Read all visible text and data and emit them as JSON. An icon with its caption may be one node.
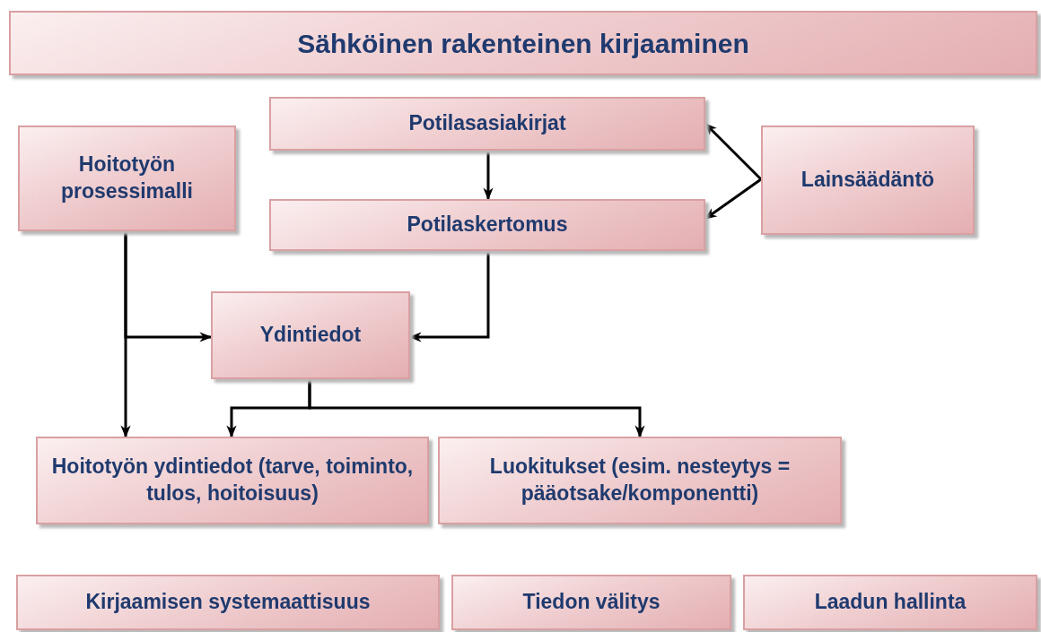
{
  "diagram": {
    "nodes": [
      {
        "text": [
          "Sähköinen rakenteinen kirjaaminen"
        ]
      },
      {
        "text": [
          "Potilasasiakirjat"
        ]
      },
      {
        "text": [
          "Hoitotyön prosessimalli"
        ]
      },
      {
        "text": [
          "Lainsäädäntö"
        ]
      },
      {
        "text": [
          "Potilaskertomus"
        ]
      },
      {
        "text": [
          "Ydintiedot"
        ]
      },
      {
        "text": [
          "Hoitotyön ydintiedot (tarve, toiminto, tulos, hoitoisuus)"
        ]
      },
      {
        "text": [
          "Luokitukset (esim. nesteytys = pääotsake/komponentti)"
        ]
      },
      {
        "text": [
          "Kirjaamisen systemaattisuus"
        ]
      },
      {
        "text": [
          "Tiedon välitys"
        ]
      },
      {
        "text": [
          "Laadun hallinta"
        ]
      }
    ],
    "edges": [
      {
        "from": 1,
        "to": 4,
        "arrow": "to"
      },
      {
        "from": 3,
        "to": 1,
        "arrow": "to"
      },
      {
        "from": 3,
        "to": 4,
        "arrow": "to"
      },
      {
        "from": 4,
        "to": 5,
        "arrow": "to"
      },
      {
        "from": 2,
        "to": 5,
        "arrow": "to"
      },
      {
        "from": 2,
        "to": 6,
        "arrow": "to"
      },
      {
        "from": 5,
        "to": 6,
        "arrow": "to"
      },
      {
        "from": 5,
        "to": 7,
        "arrow": "to"
      }
    ]
  }
}
